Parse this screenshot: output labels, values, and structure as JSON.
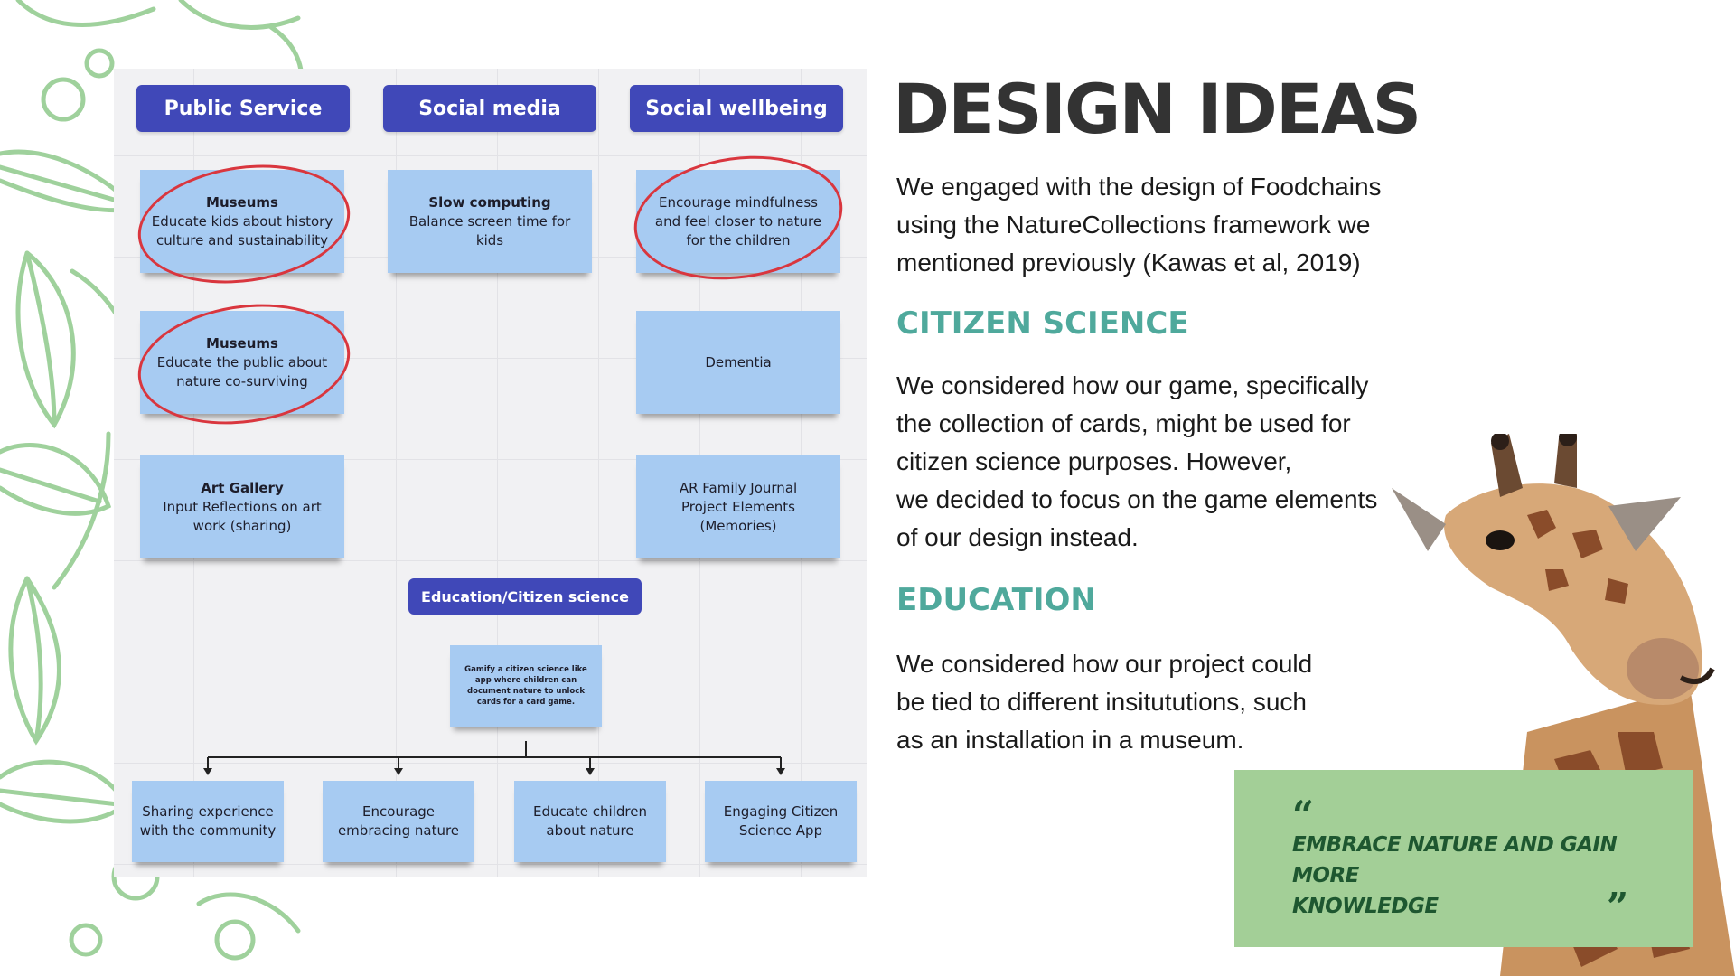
{
  "board": {
    "columns": [
      "Public Service",
      "Social media",
      "Social wellbeing"
    ],
    "notes": {
      "museums_kids": {
        "title": "Museums",
        "line1": "Educate kids about history",
        "line2": "culture and sustainability"
      },
      "slow_computing": {
        "title": "Slow computing",
        "line1": "Balance screen time for",
        "line2": "kids"
      },
      "mindfulness": {
        "line1": "Encourage mindfulness",
        "line2": "and feel closer to nature",
        "line3": "for the children"
      },
      "museums_public": {
        "title": "Museums",
        "line1": "Educate the public about",
        "line2": "nature co-surviving"
      },
      "dementia": {
        "line1": "Dementia"
      },
      "art_gallery": {
        "title": "Art Gallery",
        "line1": "Input Reflections on art",
        "line2": "work (sharing)"
      },
      "ar_family": {
        "line1": "AR Family Journal",
        "line2": "Project Elements",
        "line3": "(Memories)"
      }
    },
    "section_heading": "Education/Citizen science",
    "center_note": "Gamify a citizen science like app where children can document nature to unlock cards for a card game.",
    "leaves": [
      {
        "line1": "Sharing experience",
        "line2": "with the community"
      },
      {
        "line1": "Encourage",
        "line2": "embracing nature"
      },
      {
        "line1": "Educate children",
        "line2": "about nature"
      },
      {
        "line1": "Engaging Citizen",
        "line2": "Science App"
      }
    ]
  },
  "title": "DESIGN IDEAS",
  "intro": [
    "We engaged with the design of Foodchains",
    "using the NatureCollections framework we",
    "mentioned previously (Kawas et al, 2019)"
  ],
  "citizen_science": {
    "heading": "CITIZEN SCIENCE",
    "lines": [
      "We considered how our game, specifically",
      "the collection of cards, might be used for",
      "citizen science purposes. However,",
      "we decided to focus on the game elements",
      "of our design instead."
    ]
  },
  "education": {
    "heading": "EDUCATION",
    "lines": [
      "We considered how our project could",
      "be tied to different insitututions, such",
      "as an installation in a museum."
    ]
  },
  "quote": {
    "open_mark": "“",
    "close_mark": "”",
    "line1": "EMBRACE NATURE AND GAIN MORE",
    "line2": "KNOWLEDGE"
  },
  "colors": {
    "column_header": "#4048b8",
    "sticky_note": "#a7cbf2",
    "highlight_ring": "#d9363e",
    "subheading": "#4fa99c",
    "quote_bg": "#a3cf97",
    "quote_text": "#1e5730",
    "floral_line": "#9fd19c"
  }
}
